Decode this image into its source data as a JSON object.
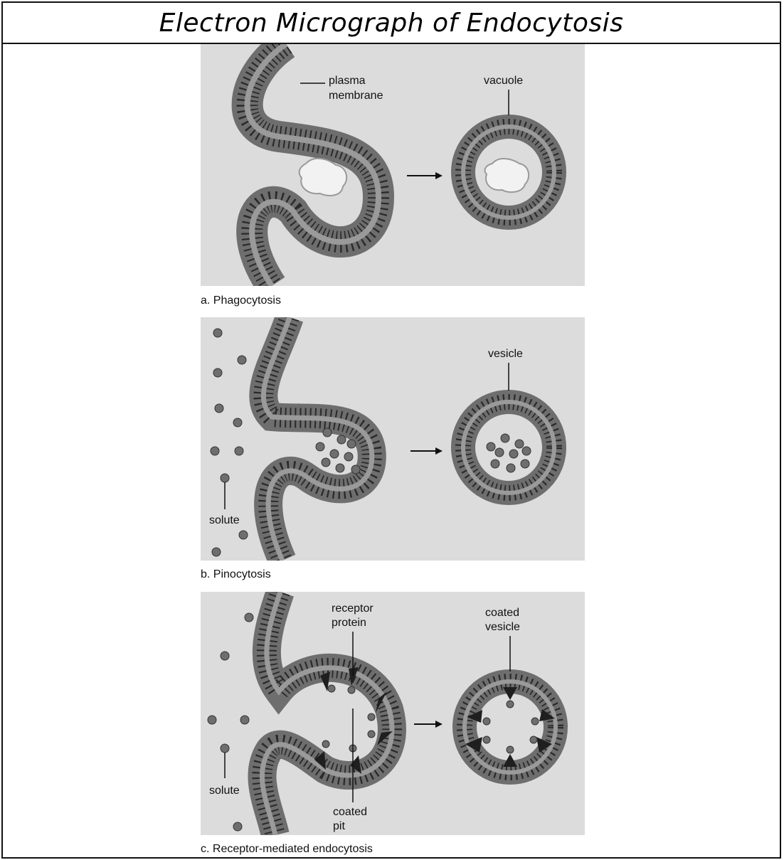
{
  "title": "Electron Micrograph of Endocytosis",
  "panels": {
    "a": {
      "caption": "a. Phagocytosis",
      "labels": {
        "membrane_1": "plasma",
        "membrane_2": "membrane",
        "vacuole": "vacuole"
      }
    },
    "b": {
      "caption": "b. Pinocytosis",
      "labels": {
        "vesicle": "vesicle",
        "solute": "solute"
      }
    },
    "c": {
      "caption": "c. Receptor-mediated endocytosis",
      "labels": {
        "receptor_1": "receptor",
        "receptor_2": "protein",
        "coated_vesicle_1": "coated",
        "coated_vesicle_2": "vesicle",
        "solute": "solute",
        "coated_pit_1": "coated",
        "coated_pit_2": "pit"
      }
    }
  },
  "colors": {
    "panel_bg": "#dcdcdc",
    "membrane_head": "#6e6e6e",
    "membrane_tail": "#2a2a2a",
    "particle": "#f2f2f2"
  }
}
